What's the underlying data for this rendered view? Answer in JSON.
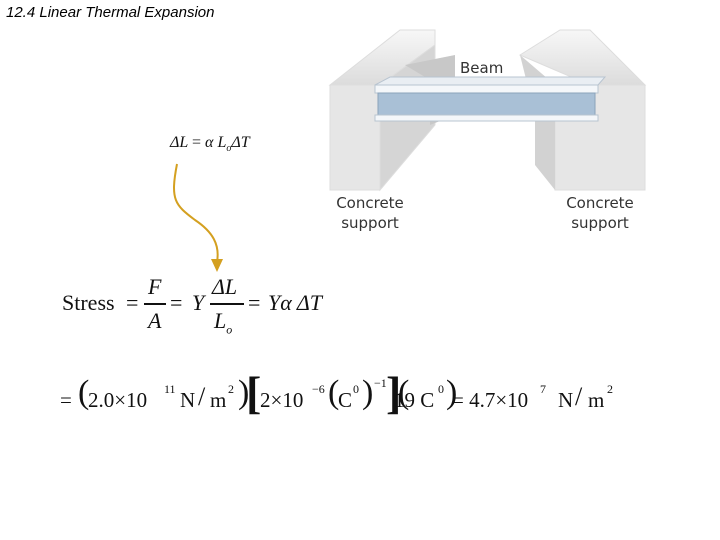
{
  "slide": {
    "title": "12.4 Linear Thermal Expansion"
  },
  "figure": {
    "beam_label": "Beam",
    "left_support_line1": "Concrete",
    "left_support_line2": "support",
    "right_support_line1": "Concrete",
    "right_support_line2": "support"
  },
  "small_equation": {
    "lhs": "ΔL",
    "eq": "=",
    "alpha": "α",
    "L": "L",
    "sub_o": "o",
    "dT": "ΔT"
  },
  "stress_equation": {
    "stress": "Stress",
    "eq1": "=",
    "F": "F",
    "A": "A",
    "eq2": "=",
    "Y": "Y",
    "dL": "ΔL",
    "Lo": "L",
    "sub_o": "o",
    "eq3": "=",
    "Y_alpha_dT": "Yα ΔT"
  },
  "calc_equation": {
    "eq": "=",
    "y_coef": "2.0×10",
    "y_exp": "11",
    "unit1": "N",
    "unit1_den": "m",
    "unit1_exp": "2",
    "a_coef": "2×10",
    "a_exp": "−6",
    "a_unit": "C",
    "deg": "0",
    "inv_exp": "−1",
    "dt_val": "19 C",
    "deg2": "0",
    "eq_result": "= 4.7×10",
    "res_exp": "7",
    "unit2": "N",
    "unit2_den": "m",
    "unit2_exp": "2"
  },
  "colors": {
    "arrow": "#d4a020",
    "beam": "#a9c0d6",
    "concrete": "#e8e8e8"
  }
}
